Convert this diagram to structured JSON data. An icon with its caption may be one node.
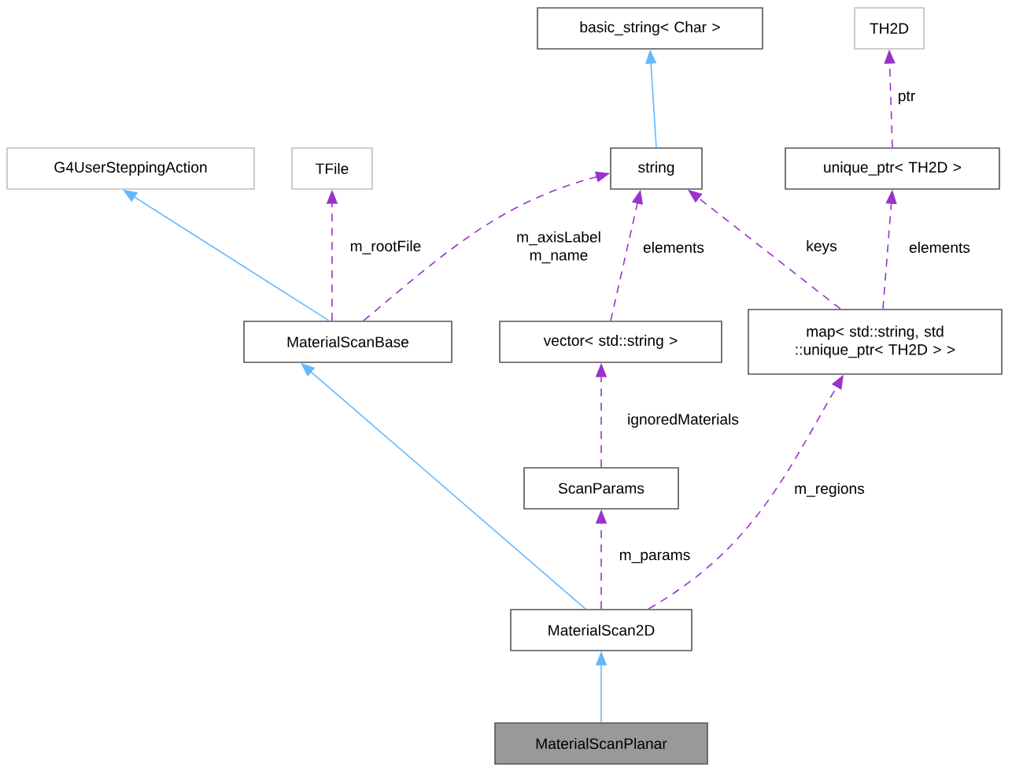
{
  "diagram": {
    "nodes": [
      {
        "text": [
          "basic_string< Char >"
        ]
      },
      {
        "text": [
          "TH2D"
        ]
      },
      {
        "text": [
          "G4UserSteppingAction"
        ]
      },
      {
        "text": [
          "TFile"
        ]
      },
      {
        "text": [
          "string"
        ]
      },
      {
        "text": [
          "unique_ptr< TH2D >"
        ]
      },
      {
        "text": [
          "MaterialScanBase"
        ]
      },
      {
        "text": [
          "vector< std::string >"
        ]
      },
      {
        "text": [
          "map< std::string, std ::unique_ptr< TH2D > >"
        ]
      },
      {
        "text": [
          "ScanParams"
        ]
      },
      {
        "text": [
          "MaterialScan2D"
        ]
      },
      {
        "text": [
          "MaterialScanPlanar"
        ]
      }
    ],
    "edges": [
      {
        "from": 4,
        "to": 0,
        "arrow": "to",
        "color": "#63b8ff"
      },
      {
        "from": 6,
        "to": 2,
        "arrow": "to",
        "color": "#63b8ff"
      },
      {
        "from": 6,
        "to": 3,
        "arrow": "to",
        "label": "m_rootFile",
        "style": "dashed"
      },
      {
        "from": 6,
        "to": 4,
        "arrow": "to",
        "label": "m_axisLabel m_name",
        "style": "dashed"
      },
      {
        "from": 7,
        "to": 4,
        "arrow": "to",
        "label": "elements",
        "style": "dashed"
      },
      {
        "from": 8,
        "to": 4,
        "arrow": "to",
        "label": "keys",
        "style": "dashed"
      },
      {
        "from": 8,
        "to": 5,
        "arrow": "to",
        "label": "elements",
        "style": "dashed"
      },
      {
        "from": 5,
        "to": 1,
        "arrow": "to",
        "label": "ptr",
        "style": "dashed"
      },
      {
        "from": 10,
        "to": 6,
        "arrow": "to",
        "color": "#63b8ff"
      },
      {
        "from": 10,
        "to": 9,
        "arrow": "to",
        "label": "m_params",
        "style": "dashed"
      },
      {
        "from": 9,
        "to": 7,
        "arrow": "to",
        "label": "ignoredMaterials",
        "style": "dashed"
      },
      {
        "from": 10,
        "to": 8,
        "arrow": "to",
        "label": "m_regions",
        "style": "dashed"
      },
      {
        "from": 11,
        "to": 10,
        "arrow": "to",
        "color": "#63b8ff"
      }
    ]
  }
}
